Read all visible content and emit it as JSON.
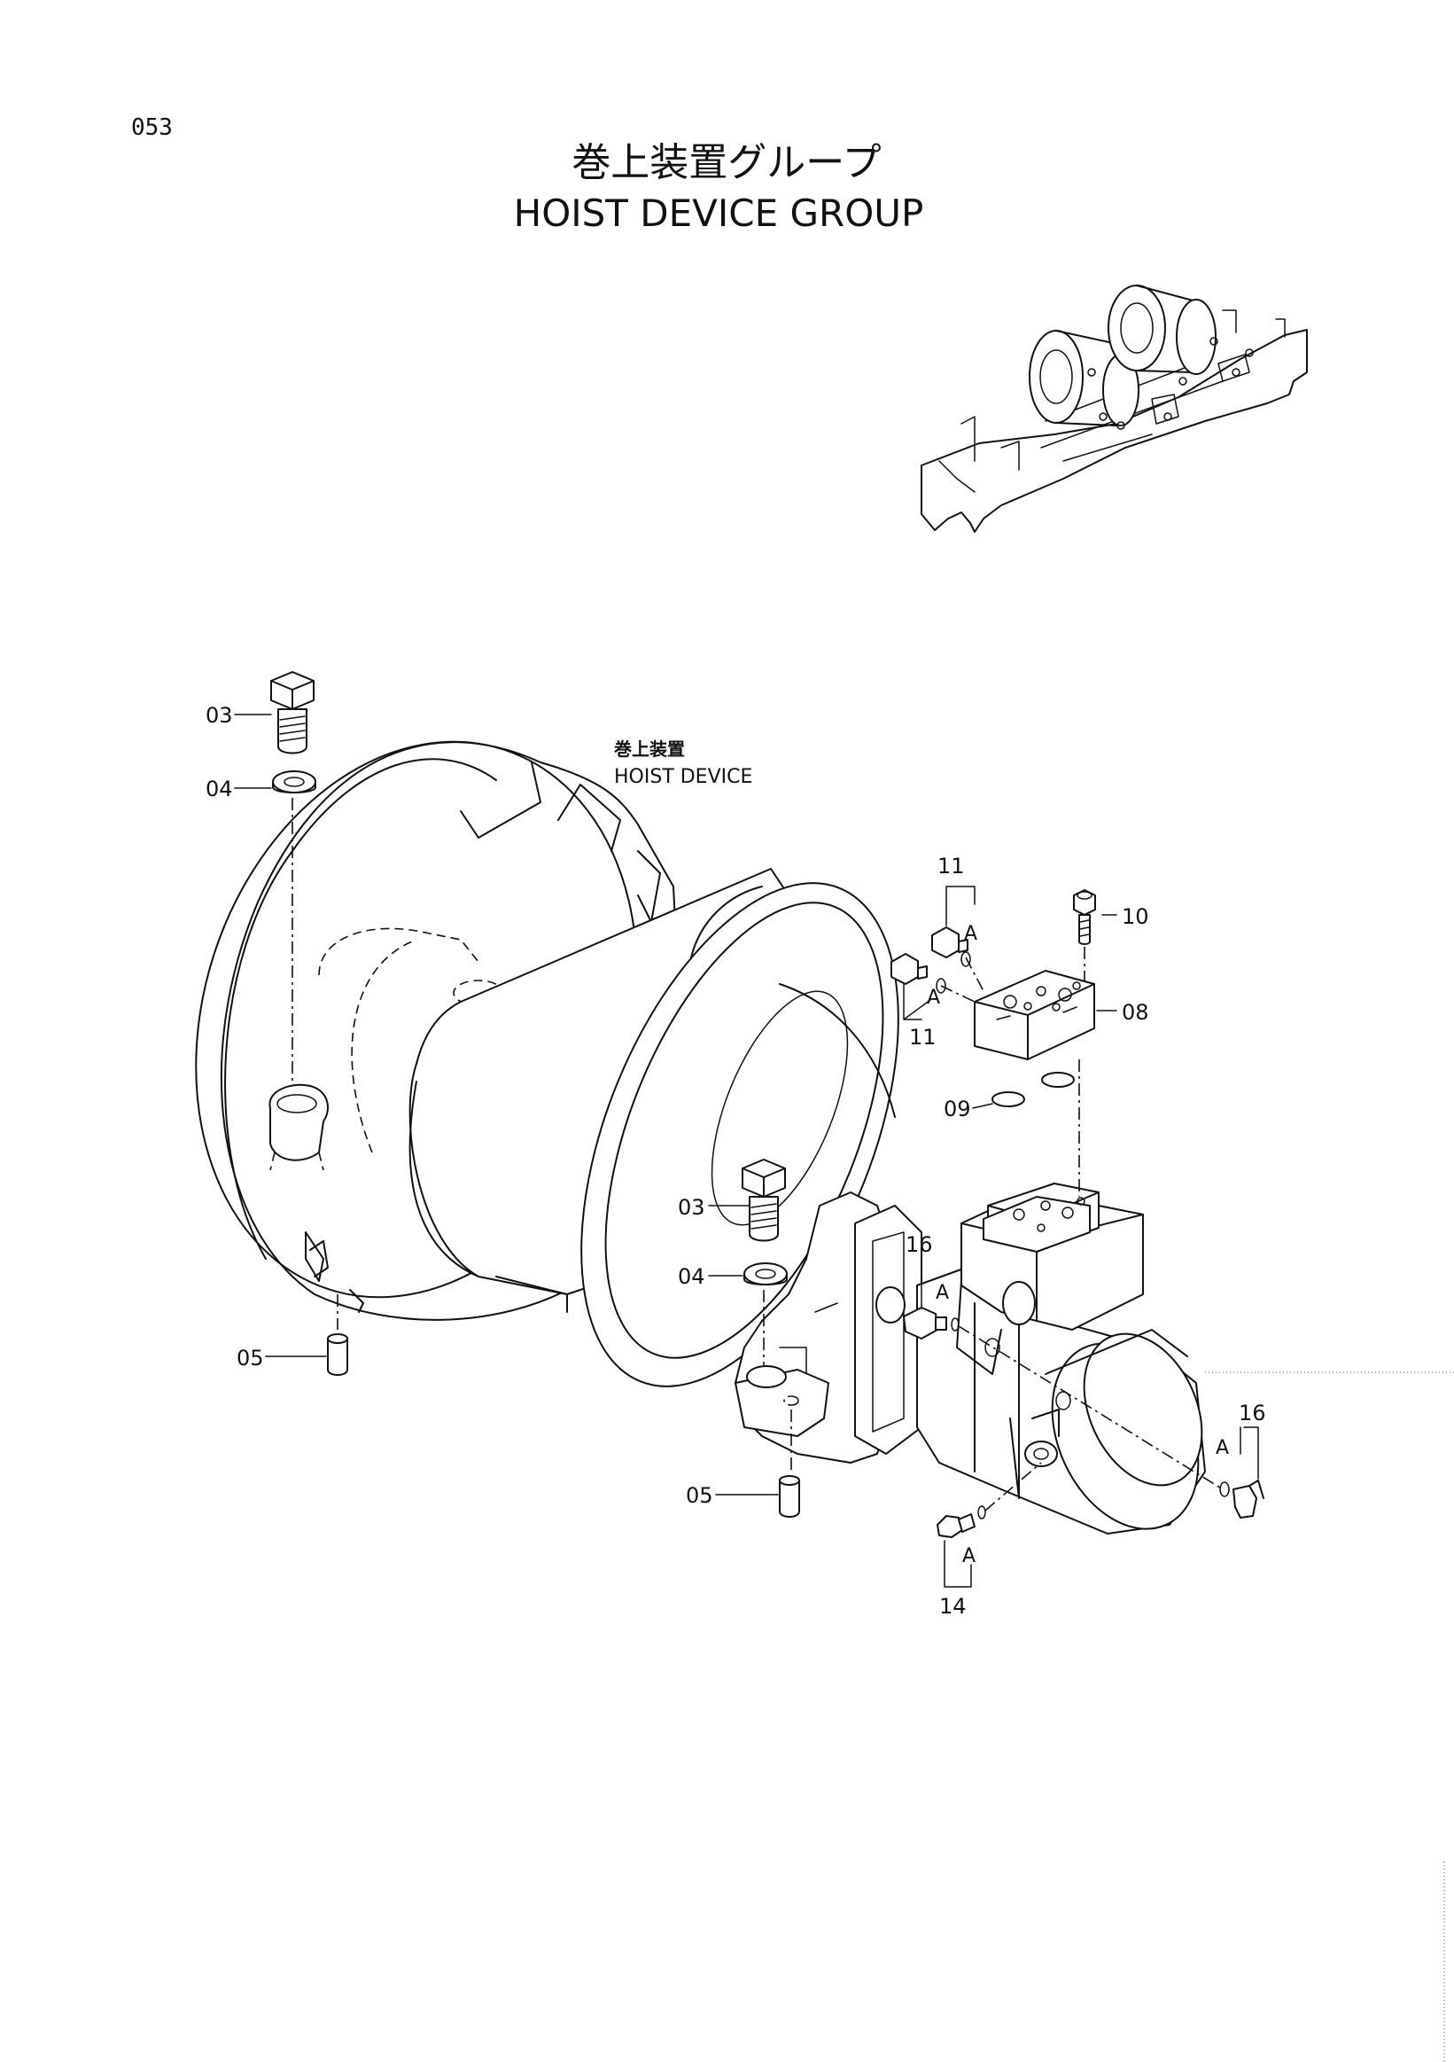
{
  "page": {
    "page_number": "053",
    "title_jp": "巻上装置グループ",
    "title_en": "HOIST DEVICE GROUP"
  },
  "component_label": {
    "jp": "巻上装置",
    "en": "HOIST DEVICE"
  },
  "callouts": {
    "c03_top": "03",
    "c04_top": "04",
    "c05_left": "05",
    "c03_mid": "03",
    "c04_mid": "04",
    "c05_mid": "05",
    "c11_top": "11",
    "c11_low": "11",
    "c10": "10",
    "c08": "08",
    "c09": "09",
    "c16_left": "16",
    "c16_right": "16",
    "c14": "14",
    "a1": "A",
    "a2": "A",
    "a3": "A",
    "a4": "A",
    "a5": "A"
  },
  "colors": {
    "ink": "#111111",
    "paper": "#ffffff"
  }
}
